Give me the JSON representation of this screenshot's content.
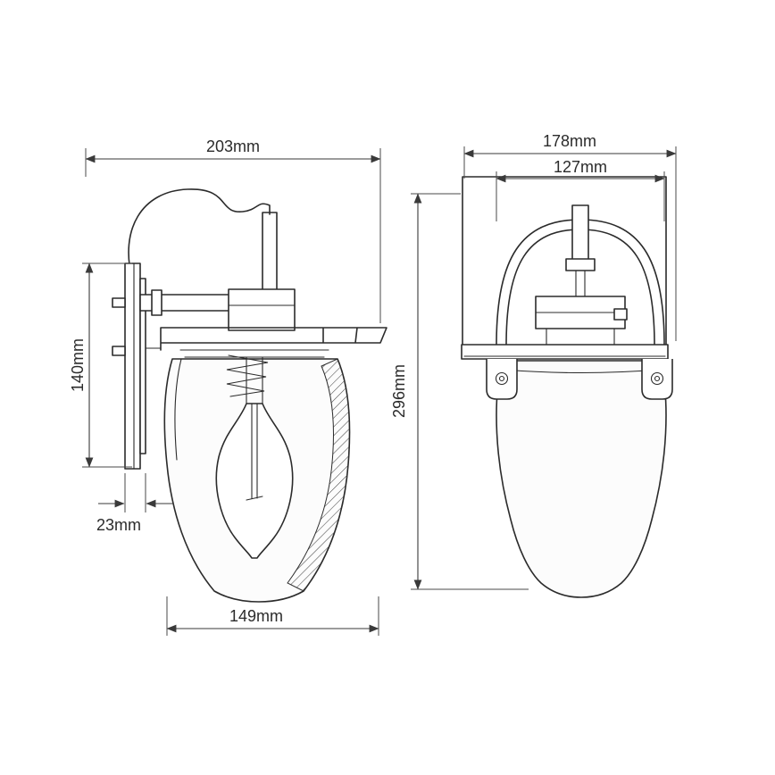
{
  "dimensions": {
    "side_overall_depth": "203mm",
    "front_overall_width": "178mm",
    "front_inner_width": "127mm",
    "backplate_height": "140mm",
    "backplate_depth": "23mm",
    "overall_height": "296mm",
    "shade_width": "149mm"
  },
  "colors": {
    "line": "#2b2b2b",
    "dimension": "#3a3a3a",
    "background": "#ffffff",
    "shade_fill": "#fcfcfc",
    "hatch": "#4a4a4a"
  }
}
